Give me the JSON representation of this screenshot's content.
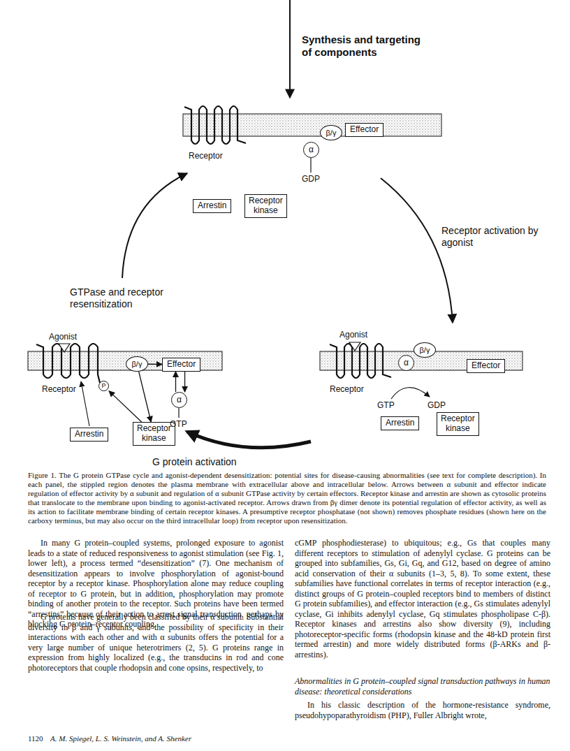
{
  "diagram": {
    "caption": "Figure 1. The G protein GTPase cycle and agonist-dependent desensitization: potential sites for disease-causing abnormalities (see text for complete description). In each panel, the stippled region denotes the plasma membrane with extracellular above and intracellular below. Arrows between α subunit and effector indicate regulation of effector activity by α subunit and regulation of α subunit GTPase activity by certain effectors. Receptor kinase and arrestin are shown as cytosolic proteins that translocate to the membrane upon binding to agonist-activated receptor. Arrows drawn from βγ dimer denote its potential regulation of effector activity, as well as its action to facilitate membrane binding of certain receptor kinases. A presumptive receptor phosphatase (not shown) removes phosphate residues (shown here on the carboxy terminus, but may also occur on the third intracellular loop) from receptor upon resensitization.",
    "nodes": [
      {
        "text": [
          "α"
        ]
      },
      {
        "text": [
          "β/γ"
        ]
      },
      {
        "text": [
          "Effector"
        ]
      },
      {
        "text": [
          "Arrestin"
        ]
      },
      {
        "text": [
          "Receptor kinase"
        ]
      },
      {
        "text": [
          "β/γ"
        ]
      },
      {
        "text": [
          "Effector"
        ]
      },
      {
        "text": [
          "P"
        ]
      },
      {
        "text": [
          "α"
        ]
      },
      {
        "text": [
          "Arrestin"
        ]
      },
      {
        "text": [
          "Receptor kinase"
        ]
      },
      {
        "text": [
          "α"
        ]
      },
      {
        "text": [
          "β/γ"
        ]
      },
      {
        "text": [
          "Effector"
        ]
      },
      {
        "text": [
          "Arrestin"
        ]
      },
      {
        "text": [
          "Receptor kinase"
        ]
      }
    ],
    "edges": [
      {
        "from": 8,
        "to": 6,
        "arrow": "to"
      },
      {
        "from": 6,
        "to": 8,
        "arrow": "to"
      },
      {
        "from": 5,
        "to": 6,
        "arrow": "to"
      },
      {
        "from": 5,
        "to": 10,
        "arrow": "to"
      },
      {
        "from": 10,
        "to": 7,
        "arrow": "to"
      }
    ],
    "labels": [
      "Synthesis and targeting of components",
      "Receptor",
      "GDP",
      "GTPase and receptor resensitization",
      "Receptor activation by agonist",
      "Agonist",
      "Receptor",
      "GTP",
      "Agonist",
      "Receptor",
      "GTP",
      "GDP",
      "G protein activation",
      "In many G protein–coupled systems, prolonged exposure to agonist leads to a state of reduced responsiveness to agonist stimulation (see Fig. 1, lower left), a process termed “desensitization” (7). One mechanism of desensitization appears to involve phosphorylation of agonist-bound receptor by a receptor kinase. Phosphorylation alone may reduce coupling of receptor to G protein, but in addition, phosphorylation may promote binding of another protein to the receptor. Such proteins have been termed “arrestins” because of their action to arrest signal transduction, perhaps by blocking G protein–receptor coupling.",
      "G proteins have generally been classified by their α subunit. Substantial diversity in β and γ subunits, and the possibility of specificity in their interactions with each other and with α subunits offers the potential for a very large number of unique heterotrimers (2, 5). G proteins range in expression from highly localized (e.g., the transducins in rod and cone photoreceptors that couple rhodopsin and cone opsins, respectively, to",
      "cGMP phosphodiesterase) to ubiquitous; e.g., Gs that couples many different receptors to stimulation of adenylyl cyclase. G proteins can be grouped into subfamilies, Gs, Gi, Gq, and G12, based on degree of amino acid conservation of their α subunits (1–3, 5, 8). To some extent, these subfamilies have functional correlates in terms of receptor interaction (e.g., distinct groups of G protein–coupled receptors bind to members of distinct G protein subfamilies), and effector interaction (e.g., Gs stimulates adenylyl cyclase, Gi inhibits adenylyl cyclase, Gq stimulates phospholipase C-β). Receptor kinases and arrestins also show diversity (9), including photoreceptor-specific forms (rhodopsin kinase and the 48-kD protein first termed arrestin) and more widely distributed forms (β-ARKs and β-arrestins).",
      "Abnormalities in G protein–coupled signal transduction pathways in human disease: theoretical considerations",
      "In his classic description of the hormone-resistance syndrome, pseudohypoparathyroidism (PHP), Fuller Albright wrote,",
      "1120",
      "A. M. Spiegel, L. S. Weinstein, and A. Shenker"
    ]
  }
}
